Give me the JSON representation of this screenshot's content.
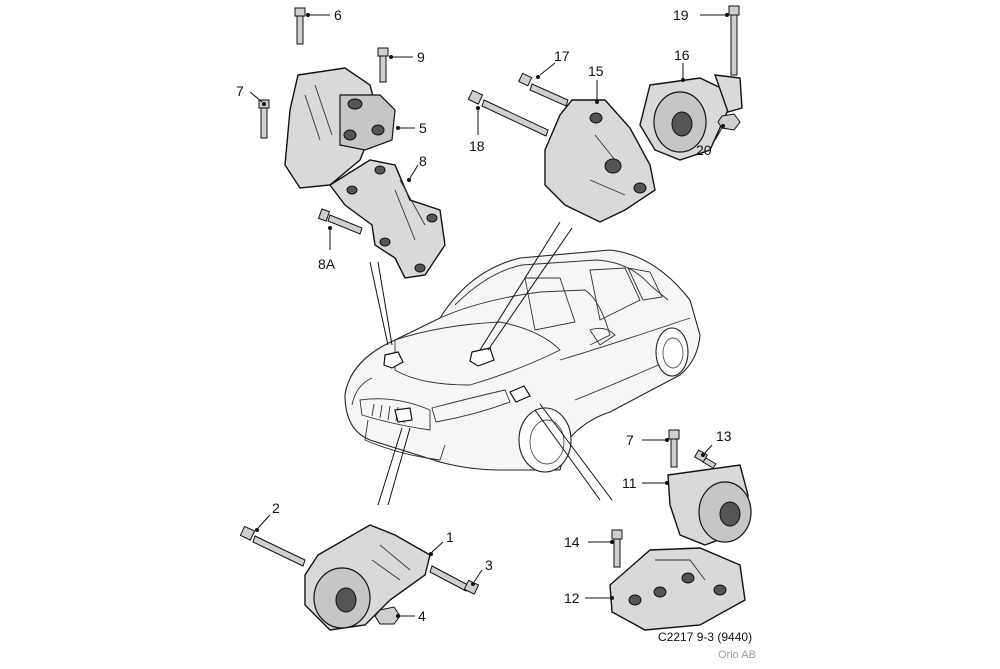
{
  "callouts": [
    {
      "id": "6",
      "text": "6"
    },
    {
      "id": "9",
      "text": "9"
    },
    {
      "id": "7a",
      "text": "7"
    },
    {
      "id": "5",
      "text": "5"
    },
    {
      "id": "8",
      "text": "8"
    },
    {
      "id": "8A",
      "text": "8A"
    },
    {
      "id": "17",
      "text": "17"
    },
    {
      "id": "15",
      "text": "15"
    },
    {
      "id": "18",
      "text": "18"
    },
    {
      "id": "19",
      "text": "19"
    },
    {
      "id": "16",
      "text": "16"
    },
    {
      "id": "20",
      "text": "20"
    },
    {
      "id": "7b",
      "text": "7"
    },
    {
      "id": "13",
      "text": "13"
    },
    {
      "id": "11",
      "text": "11"
    },
    {
      "id": "14",
      "text": "14"
    },
    {
      "id": "12",
      "text": "12"
    },
    {
      "id": "2",
      "text": "2"
    },
    {
      "id": "1",
      "text": "1"
    },
    {
      "id": "3",
      "text": "3"
    },
    {
      "id": "4",
      "text": "4"
    }
  ],
  "footer": {
    "code": "C2217 9-3 (9440)",
    "company": "Orio AB"
  }
}
